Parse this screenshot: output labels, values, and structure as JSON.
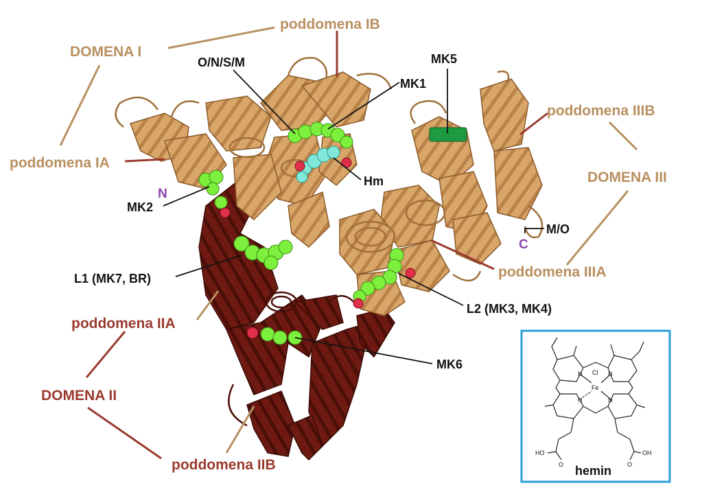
{
  "domains": {
    "domena_1": "DOMENA I",
    "domena_2": "DOMENA II",
    "domena_3": "DOMENA III"
  },
  "subdomains": {
    "ia": "poddomena IA",
    "ib": "poddomena IB",
    "iia": "poddomena IIA",
    "iib": "poddomena IIB",
    "iiia": "poddomena IIIA",
    "iiib": "poddomena IIIB"
  },
  "sites": {
    "onsm": "O/N/S/M",
    "mk1": "MK1",
    "mk2": "MK2",
    "mk5": "MK5",
    "mk6": "MK6",
    "hm": "Hm",
    "l1": "L1 (MK7, BR)",
    "l2": "L2 (MK3, MK4)",
    "mo": "M/O"
  },
  "termini": {
    "n": "N",
    "c": "C"
  },
  "inset": {
    "caption": "hemin",
    "atoms": {
      "cl": "Cl",
      "fe": "Fe",
      "n": "N",
      "acid_left": "HO",
      "acid_right": "OH",
      "o": "O"
    }
  },
  "colors": {
    "domain_tan": "#b89060",
    "domain_red": "#9a3a2e",
    "helix_tan": "#d9a66a",
    "helix_red": "#6e1a12",
    "ligand_green": "#7cf03c",
    "ligand_cyan": "#7fe8d8",
    "oxygen_red": "#e0304a",
    "inset_border": "#2a9fd8",
    "terminus_purple": "#8e44ad"
  }
}
